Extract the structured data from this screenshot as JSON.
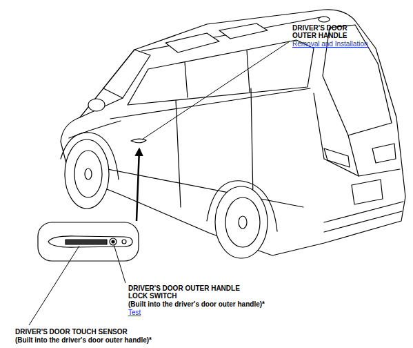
{
  "diagram": {
    "labels": [
      "DRIVER'S DOOR OUTER HANDLE",
      "Removal and Installation",
      "DRIVER'S DOOR OUTER HANDLE LOCK SWITCH",
      "(Built into the driver's door outer handle)*",
      "Test",
      "DRIVER'S DOOR TOUCH SENSOR",
      "(Built into the driver's door outer handle)*"
    ]
  }
}
